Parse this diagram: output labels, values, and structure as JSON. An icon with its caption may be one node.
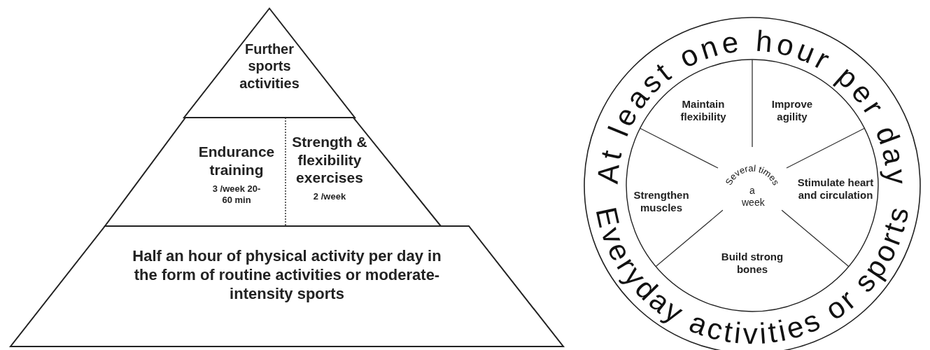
{
  "diagram": {
    "nodes": [
      {
        "text": [
          "Further sports activities"
        ]
      },
      {
        "text": [
          "Endurance training",
          "3 /week 20-60 min"
        ]
      },
      {
        "text": [
          "Strength & flexibility exercises",
          "2 /week"
        ]
      },
      {
        "text": [
          "Half an hour of physical activity per day in the form of routine activities or moderate-intensity sports"
        ]
      },
      {
        "text": [
          "At least one hour per day",
          "Everyday activities or sports"
        ]
      },
      {
        "text": [
          "Maintain flexibility"
        ],
        "in": 4
      },
      {
        "text": [
          "Improve agility"
        ],
        "in": 4
      },
      {
        "text": [
          "Strengthen muscles"
        ],
        "in": 4
      },
      {
        "text": [
          "Several times",
          "a week"
        ],
        "in": 4
      },
      {
        "text": [
          "Stimulate heart and circulation"
        ],
        "in": 4
      },
      {
        "text": [
          "Build strong bones"
        ],
        "in": 4
      }
    ]
  }
}
